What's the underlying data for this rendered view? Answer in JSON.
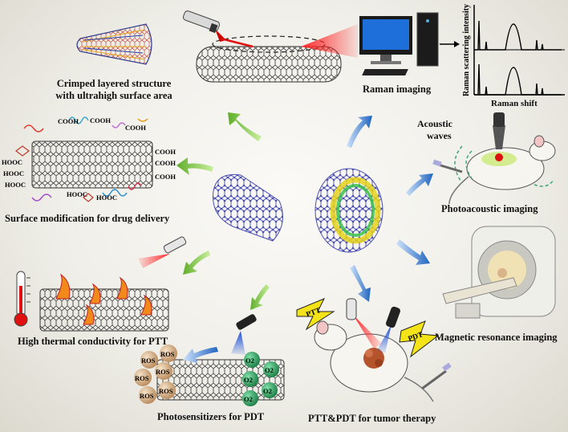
{
  "labels": {
    "crimped_line1": "Crimped layered structure",
    "crimped_line2": "with ultrahigh surface area",
    "raman_imaging": "Raman imaging",
    "raman_y_axis": "Raman scattering intensity",
    "raman_x_axis": "Raman shift",
    "acoustic_line1": "Acoustic",
    "acoustic_line2": "waves",
    "photoacoustic": "Photoacoustic imaging",
    "surface_mod": "Surface modification for drug delivery",
    "mri": "Magnetic resonance imaging",
    "thermal": "High thermal conductivity for PTT",
    "pdt": "Photosensitizers for PDT",
    "ptt_pdt": "PTT&PDT for tumor therapy"
  },
  "chem": {
    "cooh": "COOH",
    "hooc": "HOOC",
    "ros": "ROS",
    "o2": "O2"
  },
  "badges": {
    "ptt": "PTT",
    "pdt": "PDT"
  },
  "colors": {
    "green_arrow": "#7cc242",
    "blue_arrow": "#2f74c9",
    "laser_red": "#e01010",
    "laser_blue": "#1e50d8",
    "nanotube_lattice": "#3a3a3a",
    "nanotube_blue": "#5a5fbf",
    "ros_sphere": "#d9b48a",
    "o2_sphere": "#2fa860",
    "badge_yellow": "#f5e31a"
  }
}
